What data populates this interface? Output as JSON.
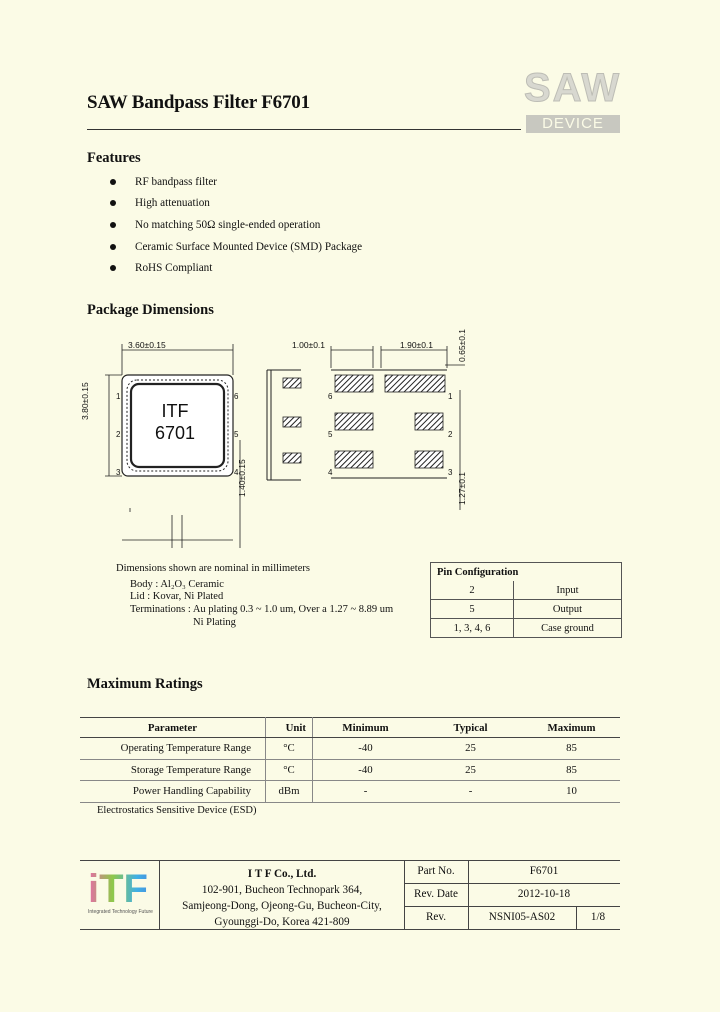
{
  "header": {
    "title": "SAW Bandpass Filter F6701",
    "logo_top": "SAW",
    "logo_bottom": "DEVICE"
  },
  "features": {
    "heading": "Features",
    "items": [
      "RF bandpass filter",
      "High attenuation",
      "No matching 50Ω single-ended operation",
      "Ceramic Surface Mounted Device (SMD) Package",
      "RoHS Compliant"
    ]
  },
  "package": {
    "heading": "Package Dimensions",
    "chip_line1": "ITF",
    "chip_line2": "6701",
    "dim_width": "3.60±0.15",
    "dim_height": "3.80±0.15",
    "dim_side": "1.40±0.15",
    "dim_pad_w": "1.00±0.1",
    "dim_pad_gap": "1.90±0.1",
    "dim_pad_h": "0.65±0.1",
    "dim_pitch": "1.27±0.1",
    "pins_left": [
      "1",
      "2",
      "3"
    ],
    "pins_right": [
      "6",
      "5",
      "4"
    ],
    "notes": [
      "Dimensions shown are nominal in millimeters",
      "Body : Al₂O₃ Ceramic",
      "Lid : Kovar, Ni Plated",
      "Terminations : Au plating 0.3 ~ 1.0 um, Over a 1.27 ~ 8.89 um",
      "Ni Plating"
    ]
  },
  "pin_config": {
    "heading": "Pin Configuration",
    "rows": [
      {
        "pin": "2",
        "function": "Input"
      },
      {
        "pin": "5",
        "function": "Output"
      },
      {
        "pin": "1, 3, 4, 6",
        "function": "Case ground"
      }
    ]
  },
  "ratings": {
    "heading": "Maximum Ratings",
    "columns": [
      "Parameter",
      "Unit",
      "Minimum",
      "Typical",
      "Maximum"
    ],
    "rows": [
      [
        "Operating Temperature Range",
        "°C",
        "-40",
        "25",
        "85"
      ],
      [
        "Storage Temperature Range",
        "°C",
        "-40",
        "25",
        "85"
      ],
      [
        "Power Handling Capability",
        "dBm",
        "-",
        "-",
        "10"
      ]
    ],
    "note": "Electrostatics Sensitive Device (ESD)"
  },
  "footer": {
    "logo_text": "iTF",
    "logo_tagline": "Integrated Technology Future",
    "company": "I T F    Co., Ltd.",
    "address": [
      "102-901, Bucheon Technopark 364,",
      "Samjeong-Dong, Ojeong-Gu, Bucheon-City,",
      "Gyounggi-Do, Korea 421-809"
    ],
    "part_label": "Part No.",
    "part_value": "F6701",
    "rev_date_label": "Rev. Date",
    "rev_date_value": "2012-10-18",
    "rev_label": "Rev.",
    "rev_value": "NSNI05-AS02",
    "page": "1/8"
  }
}
